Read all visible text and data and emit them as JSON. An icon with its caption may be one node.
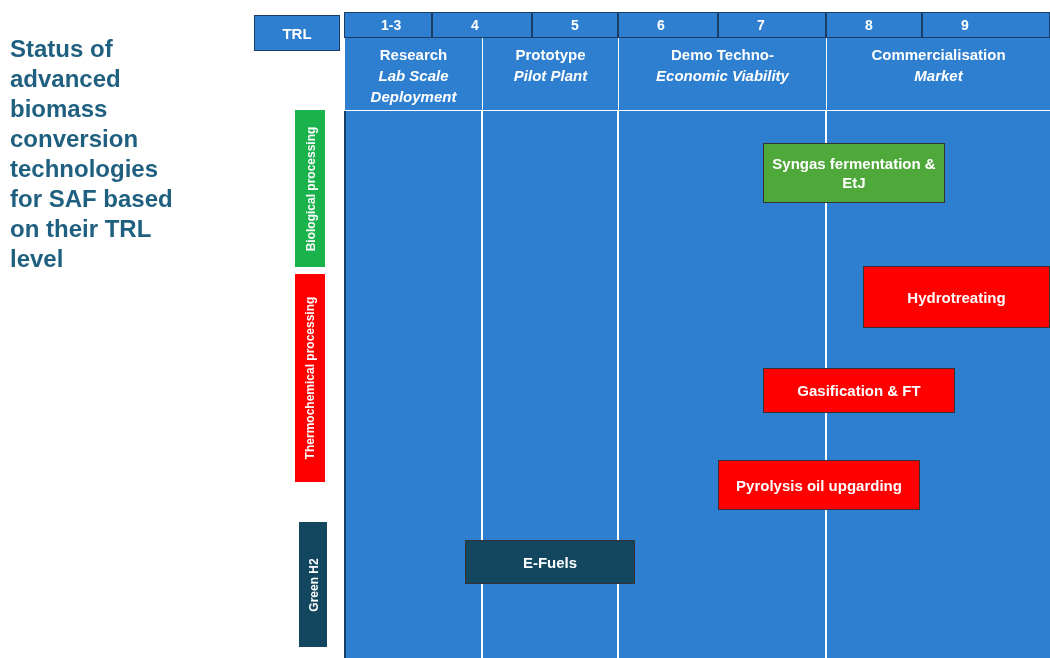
{
  "diagram": {
    "title": "Status of advanced biomass conversion technologies for SAF based on their TRL level",
    "nodes": [
      {
        "text": [
          "TRL"
        ]
      },
      {
        "text": [
          "1-3"
        ]
      },
      {
        "text": [
          "4"
        ]
      },
      {
        "text": [
          "5"
        ]
      },
      {
        "text": [
          "6"
        ]
      },
      {
        "text": [
          "7"
        ]
      },
      {
        "text": [
          "8"
        ]
      },
      {
        "text": [
          "9"
        ]
      },
      {
        "text": [
          "Research",
          "Lab Scale Deployment"
        ]
      },
      {
        "text": [
          "Prototype",
          "Pilot Plant"
        ]
      },
      {
        "text": [
          "Demo Techno-",
          "Economic  Viability"
        ]
      },
      {
        "text": [
          "Commercialisation",
          "Market"
        ]
      },
      {
        "text": [
          "Biological processing"
        ]
      },
      {
        "text": [
          "Syngas fermentation & EtJ"
        ]
      },
      {
        "text": [
          "Hydrotreating"
        ]
      },
      {
        "text": [
          "Thermochemical processing"
        ]
      },
      {
        "text": [
          "Gasification & FT"
        ]
      },
      {
        "text": [
          "Pyrolysis oil upgarding"
        ]
      },
      {
        "text": [
          "Green H2"
        ]
      },
      {
        "text": [
          "E-Fuels"
        ]
      }
    ]
  }
}
